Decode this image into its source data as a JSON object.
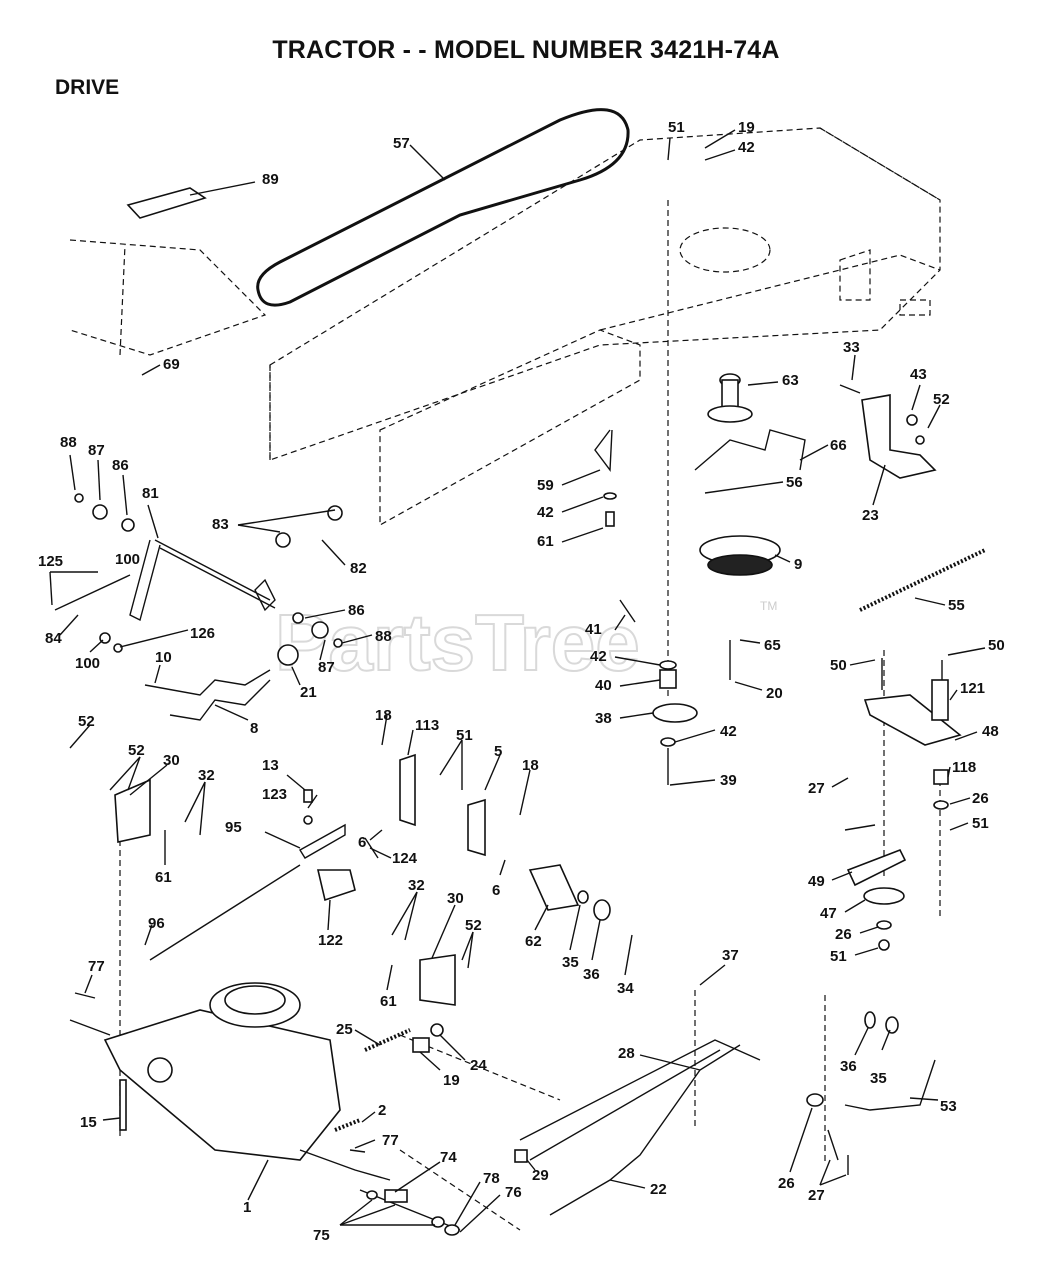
{
  "header": {
    "title": "TRACTOR - - MODEL NUMBER 3421H-74A",
    "section": "DRIVE"
  },
  "watermark": {
    "text": "PartsTree",
    "tm": "TM"
  },
  "labels": [
    {
      "id": "57",
      "text": "57"
    },
    {
      "id": "51a",
      "text": "51"
    },
    {
      "id": "19a",
      "text": "19"
    },
    {
      "id": "42a",
      "text": "42"
    },
    {
      "id": "89",
      "text": "89"
    },
    {
      "id": "69",
      "text": "69"
    },
    {
      "id": "63",
      "text": "63"
    },
    {
      "id": "33",
      "text": "33"
    },
    {
      "id": "43",
      "text": "43"
    },
    {
      "id": "52a",
      "text": "52"
    },
    {
      "id": "66",
      "text": "66"
    },
    {
      "id": "56",
      "text": "56"
    },
    {
      "id": "23",
      "text": "23"
    },
    {
      "id": "59",
      "text": "59"
    },
    {
      "id": "42b",
      "text": "42"
    },
    {
      "id": "61a",
      "text": "61"
    },
    {
      "id": "9",
      "text": "9"
    },
    {
      "id": "55",
      "text": "55"
    },
    {
      "id": "88a",
      "text": "88"
    },
    {
      "id": "87a",
      "text": "87"
    },
    {
      "id": "86a",
      "text": "86"
    },
    {
      "id": "81",
      "text": "81"
    },
    {
      "id": "83",
      "text": "83"
    },
    {
      "id": "82",
      "text": "82"
    },
    {
      "id": "125",
      "text": "125"
    },
    {
      "id": "100a",
      "text": "100"
    },
    {
      "id": "84",
      "text": "84"
    },
    {
      "id": "100b",
      "text": "100"
    },
    {
      "id": "126",
      "text": "126"
    },
    {
      "id": "86b",
      "text": "86"
    },
    {
      "id": "88b",
      "text": "88"
    },
    {
      "id": "87b",
      "text": "87"
    },
    {
      "id": "21",
      "text": "21"
    },
    {
      "id": "10",
      "text": "10"
    },
    {
      "id": "8",
      "text": "8"
    },
    {
      "id": "41",
      "text": "41"
    },
    {
      "id": "42c",
      "text": "42"
    },
    {
      "id": "65",
      "text": "65"
    },
    {
      "id": "40",
      "text": "40"
    },
    {
      "id": "20",
      "text": "20"
    },
    {
      "id": "38",
      "text": "38"
    },
    {
      "id": "42d",
      "text": "42"
    },
    {
      "id": "39",
      "text": "39"
    },
    {
      "id": "50a",
      "text": "50"
    },
    {
      "id": "50b",
      "text": "50"
    },
    {
      "id": "121",
      "text": "121"
    },
    {
      "id": "48",
      "text": "48"
    },
    {
      "id": "27a",
      "text": "27"
    },
    {
      "id": "118",
      "text": "118"
    },
    {
      "id": "26a",
      "text": "26"
    },
    {
      "id": "51b",
      "text": "51"
    },
    {
      "id": "49",
      "text": "49"
    },
    {
      "id": "47",
      "text": "47"
    },
    {
      "id": "26b",
      "text": "26"
    },
    {
      "id": "51c",
      "text": "51"
    },
    {
      "id": "52b",
      "text": "52"
    },
    {
      "id": "52c",
      "text": "52"
    },
    {
      "id": "30a",
      "text": "30"
    },
    {
      "id": "32a",
      "text": "32"
    },
    {
      "id": "61b",
      "text": "61"
    },
    {
      "id": "18a",
      "text": "18"
    },
    {
      "id": "113",
      "text": "113"
    },
    {
      "id": "51d",
      "text": "51"
    },
    {
      "id": "5",
      "text": "5"
    },
    {
      "id": "18b",
      "text": "18"
    },
    {
      "id": "6a",
      "text": "6"
    },
    {
      "id": "6b",
      "text": "6"
    },
    {
      "id": "13",
      "text": "13"
    },
    {
      "id": "123",
      "text": "123"
    },
    {
      "id": "95",
      "text": "95"
    },
    {
      "id": "124",
      "text": "124"
    },
    {
      "id": "122",
      "text": "122"
    },
    {
      "id": "96",
      "text": "96"
    },
    {
      "id": "32b",
      "text": "32"
    },
    {
      "id": "30b",
      "text": "30"
    },
    {
      "id": "52d",
      "text": "52"
    },
    {
      "id": "61c",
      "text": "61"
    },
    {
      "id": "62",
      "text": "62"
    },
    {
      "id": "35a",
      "text": "35"
    },
    {
      "id": "36a",
      "text": "36"
    },
    {
      "id": "34",
      "text": "34"
    },
    {
      "id": "37",
      "text": "37"
    },
    {
      "id": "77a",
      "text": "77"
    },
    {
      "id": "25",
      "text": "25"
    },
    {
      "id": "24",
      "text": "24"
    },
    {
      "id": "19b",
      "text": "19"
    },
    {
      "id": "28",
      "text": "28"
    },
    {
      "id": "36b",
      "text": "36"
    },
    {
      "id": "35b",
      "text": "35"
    },
    {
      "id": "53",
      "text": "53"
    },
    {
      "id": "15",
      "text": "15"
    },
    {
      "id": "2",
      "text": "2"
    },
    {
      "id": "77b",
      "text": "77"
    },
    {
      "id": "29",
      "text": "29"
    },
    {
      "id": "26c",
      "text": "26"
    },
    {
      "id": "27b",
      "text": "27"
    },
    {
      "id": "1",
      "text": "1"
    },
    {
      "id": "74",
      "text": "74"
    },
    {
      "id": "78",
      "text": "78"
    },
    {
      "id": "76",
      "text": "76"
    },
    {
      "id": "22",
      "text": "22"
    },
    {
      "id": "75",
      "text": "75"
    }
  ]
}
